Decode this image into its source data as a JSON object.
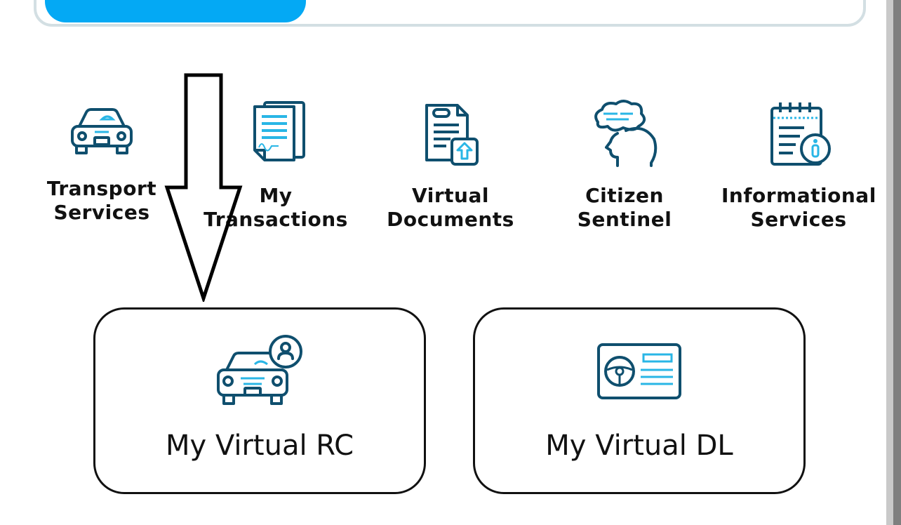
{
  "services": [
    {
      "label": "Transport\nServices",
      "icon": "car-icon"
    },
    {
      "label": "My\nTransactions",
      "icon": "documents-icon"
    },
    {
      "label": "Virtual\nDocuments",
      "icon": "document-upload-icon"
    },
    {
      "label": "Citizen\nSentinel",
      "icon": "thinking-head-icon"
    },
    {
      "label": "Informational\nServices",
      "icon": "calendar-info-icon"
    }
  ],
  "cards": {
    "rc": {
      "label": "My Virtual RC",
      "icon": "car-user-icon"
    },
    "dl": {
      "label": "My Virtual DL",
      "icon": "license-card-icon"
    }
  },
  "colors": {
    "navy": "#0f4f6e",
    "accent": "#29b6e6",
    "banner": "#04a9f4"
  }
}
